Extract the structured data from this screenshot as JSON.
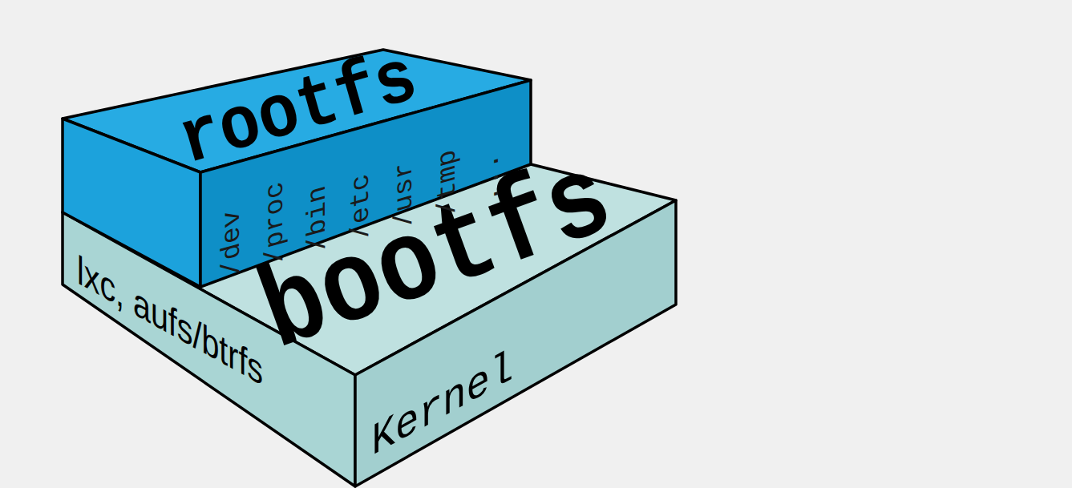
{
  "diagram": {
    "nodes": [
      {
        "text": [
          "rootfs",
          "/dev",
          "/proc",
          "/bin",
          "/etc",
          "/usr",
          "/tmp",
          "..."
        ]
      },
      {
        "text": [
          "bootfs",
          "lxc, aufs/btrfs",
          "Kernel"
        ]
      }
    ]
  }
}
